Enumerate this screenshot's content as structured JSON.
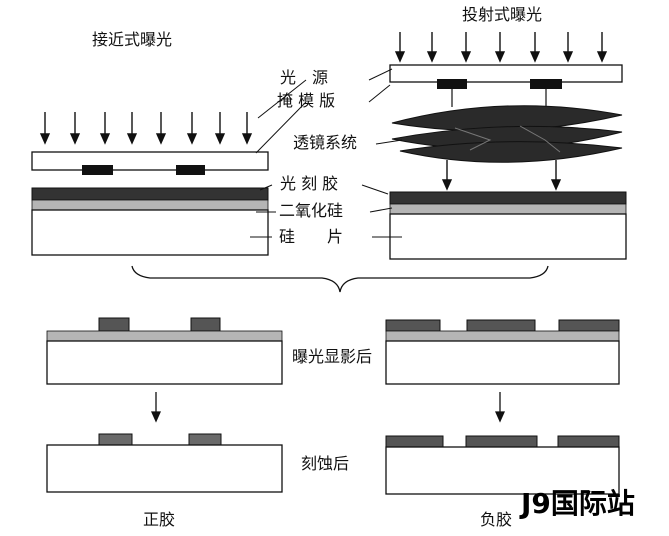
{
  "titles": {
    "proximity": "接近式曝光",
    "projection": "投射式曝光"
  },
  "labels": {
    "light_source": "光　源",
    "mask": "掩 模 版",
    "lens_system": "透镜系统",
    "photoresist": "光 刻 胶",
    "silicon_dioxide": "二氧化硅",
    "wafer": "硅　　片",
    "after_develop": "曝光显影后",
    "after_etch": "刻蚀后"
  },
  "captions": {
    "positive": "正胶",
    "negative": "负胶"
  },
  "watermark": "J9国际站",
  "colors": {
    "photoresist": "#333333",
    "oxide": "#b5b5b5",
    "resist_pattern": "#555555",
    "mask_chrome": "#111111",
    "lens": "#2a2a2a"
  }
}
